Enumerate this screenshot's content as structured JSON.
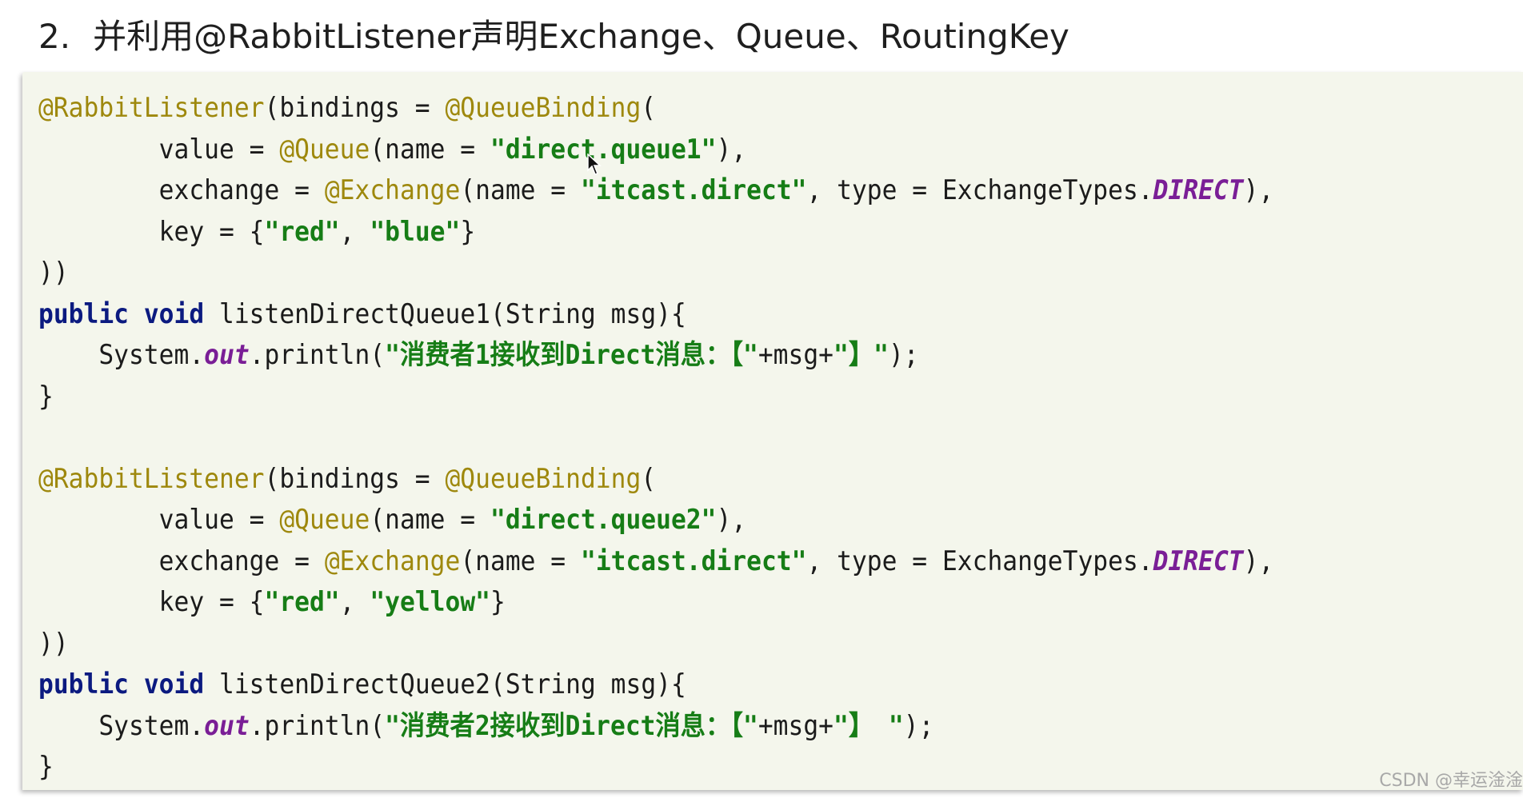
{
  "heading": {
    "number": "2.",
    "text": "并利用@RabbitListener声明Exchange、Queue、RoutingKey"
  },
  "code": {
    "block1": {
      "l1": [
        "@RabbitListener",
        "(bindings = ",
        "@QueueBinding",
        "("
      ],
      "l2": [
        "        value = ",
        "@Queue",
        "(name = ",
        "\"direct.queue1\"",
        "),"
      ],
      "l3": [
        "        exchange = ",
        "@Exchange",
        "(name = ",
        "\"itcast.direct\"",
        ", type = ExchangeTypes.",
        "DIRECT",
        "),"
      ],
      "l4": [
        "        key = {",
        "\"red\"",
        ", ",
        "\"blue\"",
        "}"
      ],
      "l5": [
        "))"
      ],
      "l6": [
        "public",
        " ",
        "void",
        " listenDirectQueue1(String msg){"
      ],
      "l7": [
        "    System.",
        "out",
        ".println(",
        "\"消费者1接收到Direct消息：【\"",
        "+msg+",
        "\"】\"",
        ");"
      ],
      "l8": [
        "}"
      ]
    },
    "block2": {
      "l1": [
        "@RabbitListener",
        "(bindings = ",
        "@QueueBinding",
        "("
      ],
      "l2": [
        "        value = ",
        "@Queue",
        "(name = ",
        "\"direct.queue2\"",
        "),"
      ],
      "l3": [
        "        exchange = ",
        "@Exchange",
        "(name = ",
        "\"itcast.direct\"",
        ", type = ExchangeTypes.",
        "DIRECT",
        "),"
      ],
      "l4": [
        "        key = {",
        "\"red\"",
        ", ",
        "\"yellow\"",
        "}"
      ],
      "l5": [
        "))"
      ],
      "l6": [
        "public",
        " ",
        "void",
        " listenDirectQueue2(String msg){"
      ],
      "l7": [
        "    System.",
        "out",
        ".println(",
        "\"消费者2接收到Direct消息：【\"",
        "+msg+",
        "\"】 \"",
        ");"
      ],
      "l8": [
        "}"
      ]
    }
  },
  "watermark": "CSDN @幸运淦淦",
  "colors": {
    "annotation": "#9e880d",
    "string": "#167d16",
    "keyword": "#0b1a80",
    "static_field": "#7a1e96",
    "code_background": "#f4f6ec"
  }
}
